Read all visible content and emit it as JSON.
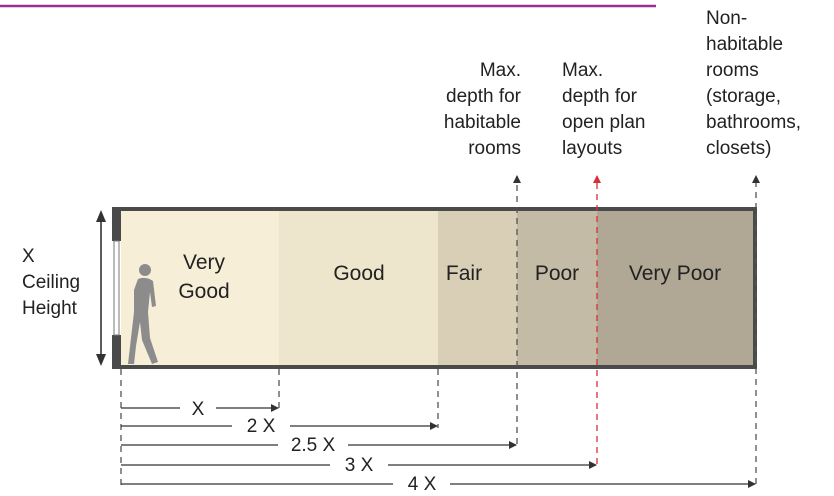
{
  "colors": {
    "top_rule": "#9b2d9b",
    "very_good": "#f6eed7",
    "good": "#eee6cc",
    "fair": "#d8cfb6",
    "poor": "#c4bba6",
    "very_poor": "#b0a895",
    "frame": "#4a4a4a",
    "highlight": "#d6303c",
    "person": "#8c8c8c"
  },
  "ceiling_label": {
    "line1": "X",
    "line2": "Ceiling",
    "line3": "Height"
  },
  "zones": [
    {
      "key": "very_good",
      "line1": "Very",
      "line2": "Good"
    },
    {
      "key": "good",
      "line1": "Good",
      "line2": ""
    },
    {
      "key": "fair",
      "line1": "Fair",
      "line2": ""
    },
    {
      "key": "poor",
      "line1": "Poor",
      "line2": ""
    },
    {
      "key": "very_poor",
      "line1": "Very Poor",
      "line2": ""
    }
  ],
  "headers": [
    {
      "lines": [
        "Max.",
        "depth for",
        "habitable",
        "rooms"
      ]
    },
    {
      "lines": [
        "Max.",
        "depth for",
        "open plan",
        "layouts"
      ]
    },
    {
      "lines": [
        "Non-",
        "habitable",
        "rooms",
        "(storage,",
        "bathrooms,",
        "closets)"
      ]
    }
  ],
  "dimensions": [
    {
      "label": "X"
    },
    {
      "label": "2 X"
    },
    {
      "label": "2.5 X"
    },
    {
      "label": "3 X"
    },
    {
      "label": "4 X"
    }
  ],
  "icons": {
    "person": "person-walking-icon",
    "window": "window-icon"
  }
}
